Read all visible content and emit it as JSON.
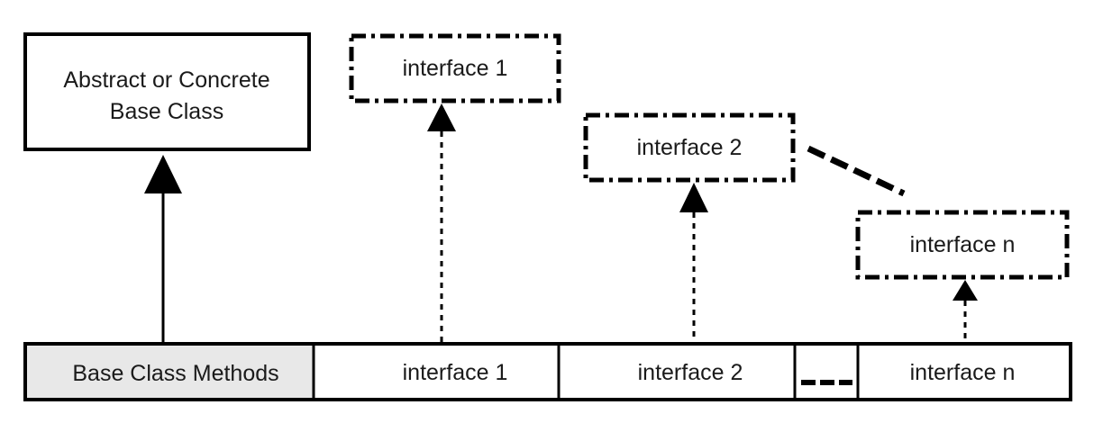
{
  "base_class": {
    "line1": "Abstract or Concrete",
    "line2": "Base Class"
  },
  "interfaces": [
    {
      "label": "interface 1"
    },
    {
      "label": "interface 2"
    },
    {
      "label": "interface n"
    }
  ],
  "object_row": {
    "base_methods": "Base Class Methods",
    "cells": [
      "interface 1",
      "interface 2",
      "interface n"
    ]
  },
  "colors": {
    "stroke": "#000000",
    "text": "#1a1a1a",
    "base_methods_fill": "#e8e8e8",
    "background": "#ffffff"
  }
}
